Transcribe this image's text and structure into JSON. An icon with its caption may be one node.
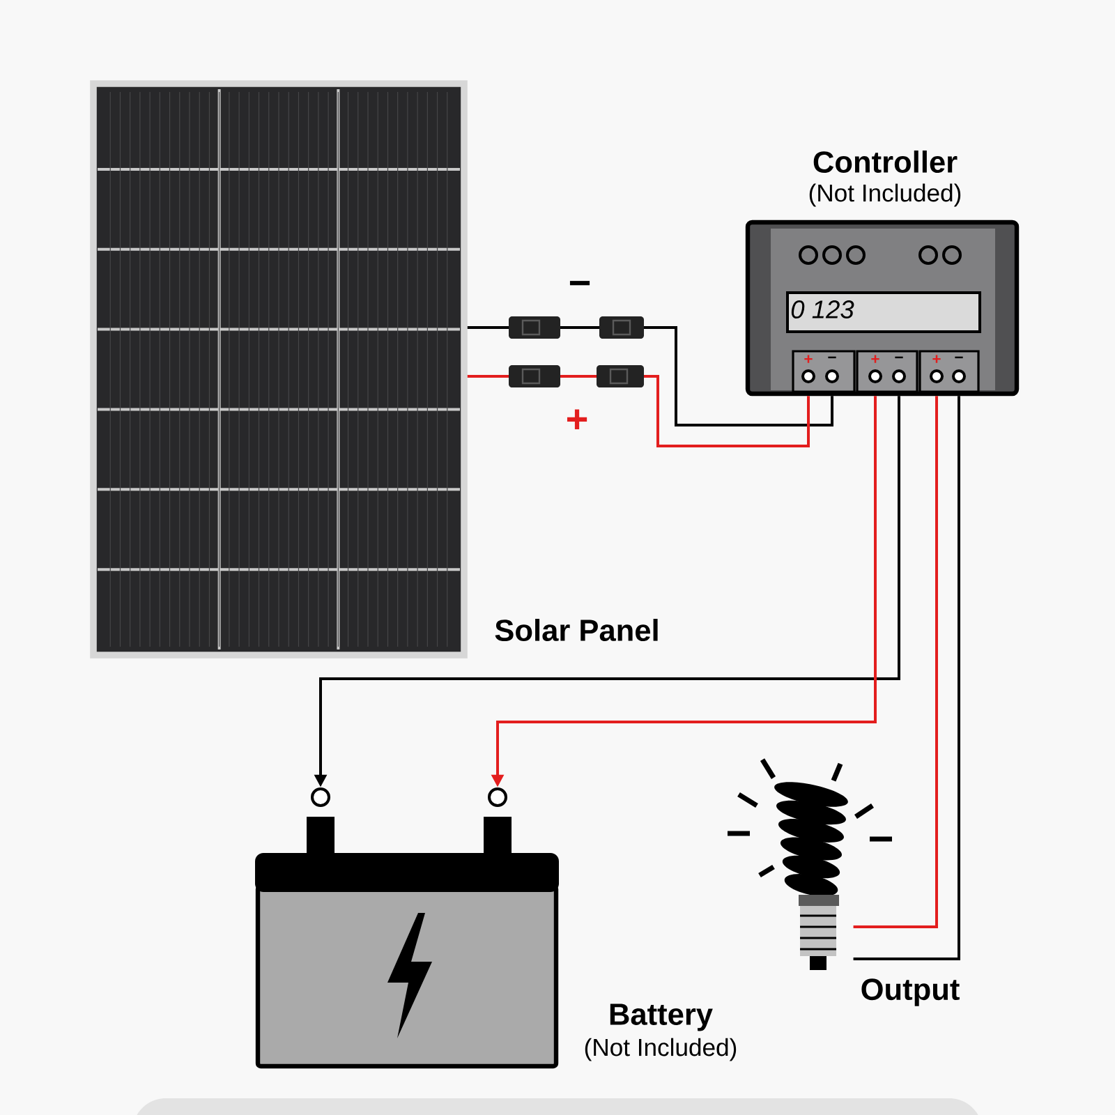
{
  "diagram": {
    "nodes": [
      {
        "text": [
          "Solar Panel"
        ]
      },
      {
        "text": [
          "Controller",
          "(Not Included)"
        ]
      },
      {
        "text": [
          "Battery",
          "(Not Included)"
        ]
      },
      {
        "text": [
          "Output"
        ]
      }
    ],
    "edges": [
      {
        "from": 0,
        "to": 1,
        "arrow": "none"
      },
      {
        "from": 0,
        "to": 1,
        "arrow": "none",
        "color": "#e31e1e"
      },
      {
        "from": 1,
        "to": 2,
        "arrow": "to"
      },
      {
        "from": 1,
        "to": 2,
        "arrow": "to",
        "color": "#e31e1e"
      },
      {
        "from": 1,
        "to": 3,
        "arrow": "none",
        "color": "#e31e1e"
      },
      {
        "from": 1,
        "to": 3,
        "arrow": "none"
      }
    ],
    "labels": [
      "−",
      "0 123",
      "+",
      "−",
      "+",
      "−",
      "+",
      "−",
      "+"
    ]
  }
}
